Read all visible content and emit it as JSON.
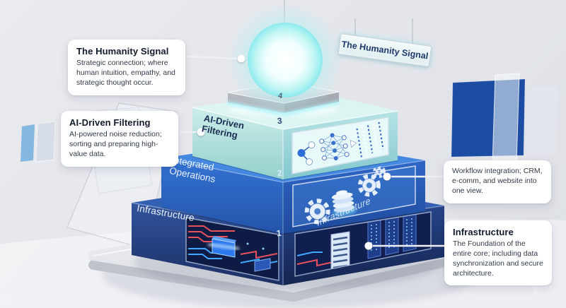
{
  "callouts": {
    "humanity": {
      "title": "The Humanity Signal",
      "body": "Strategic connection; where human intuition, empathy, and strategic thought occur."
    },
    "ai_filtering": {
      "title": "AI-Driven Filtering",
      "body": "AI-powered noise reduction; sorting and preparing high-value data."
    },
    "workflow": {
      "body": "Workflow integration; CRM, e-comm, and website into one view."
    },
    "infrastructure": {
      "title": "Infrastructure",
      "body": "The Foundation of the entire core; including data synchronization and secure architecture."
    }
  },
  "sign": {
    "label": "The Humanity Signal"
  },
  "pyramid": {
    "levels": [
      {
        "number": "1",
        "face_label": "Infrastructure",
        "top_label": "Infrastructure"
      },
      {
        "number": "2",
        "face_label": "Integrated Operations"
      },
      {
        "number": "3",
        "face_label": "AI-Driven Filtering"
      },
      {
        "number": "4"
      }
    ]
  },
  "colors": {
    "level1_navy": "#1e3a7c",
    "level2_blue": "#2f6cc9",
    "level3_mint": "#b9e6e3",
    "orb_glow": "#9aeef0",
    "background": "#e3e5ea",
    "accent_red": "#e8515a",
    "accent_cyan": "#41a8ff"
  }
}
